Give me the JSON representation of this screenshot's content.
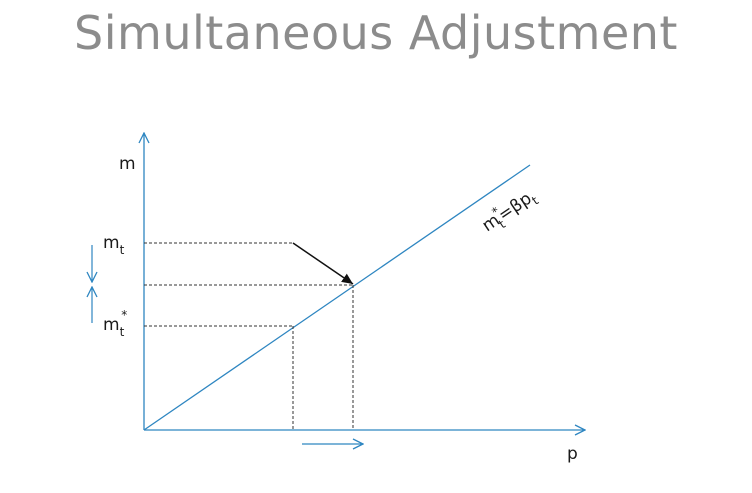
{
  "title": "Simultaneous Adjustment",
  "axes": {
    "y_label": "m",
    "x_label": "p"
  },
  "labels": {
    "m_t_base": "m",
    "m_t_sub": "t",
    "m_star_base": "m",
    "m_star_sub": "t",
    "m_star_sup": "*",
    "line_eq_m": "m",
    "line_eq_sup": "*",
    "line_eq_sub": "t",
    "line_eq_rest": "=βp",
    "line_eq_sub2": "t"
  },
  "colors": {
    "axis": "#2e86c1",
    "text": "#1a1a1a",
    "dashed": "#333333",
    "title": "#8c8c8c"
  }
}
